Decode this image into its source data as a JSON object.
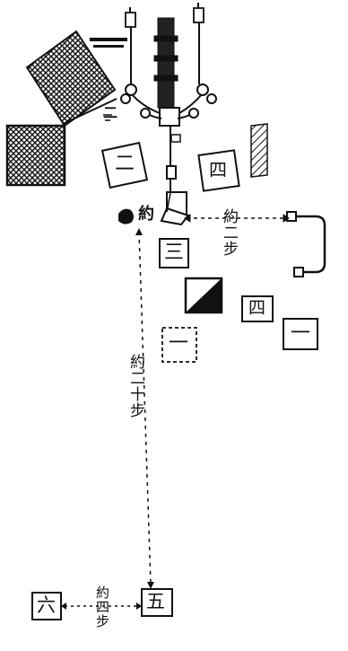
{
  "markers": {
    "two_upper": "二",
    "two_box": "二",
    "four_box_upper": "四",
    "three_box": "三",
    "four_box_lower": "四",
    "one_dashed": "一",
    "one_right": "一",
    "five_box": "五",
    "six_box": "六"
  },
  "distances": {
    "about_two_steps": "約二步",
    "about_twenty_steps": "約二十步",
    "about_four_steps": "約四步",
    "about_prefix": "約"
  },
  "colors": {
    "ink": "#111111",
    "paper": "#ffffff"
  }
}
